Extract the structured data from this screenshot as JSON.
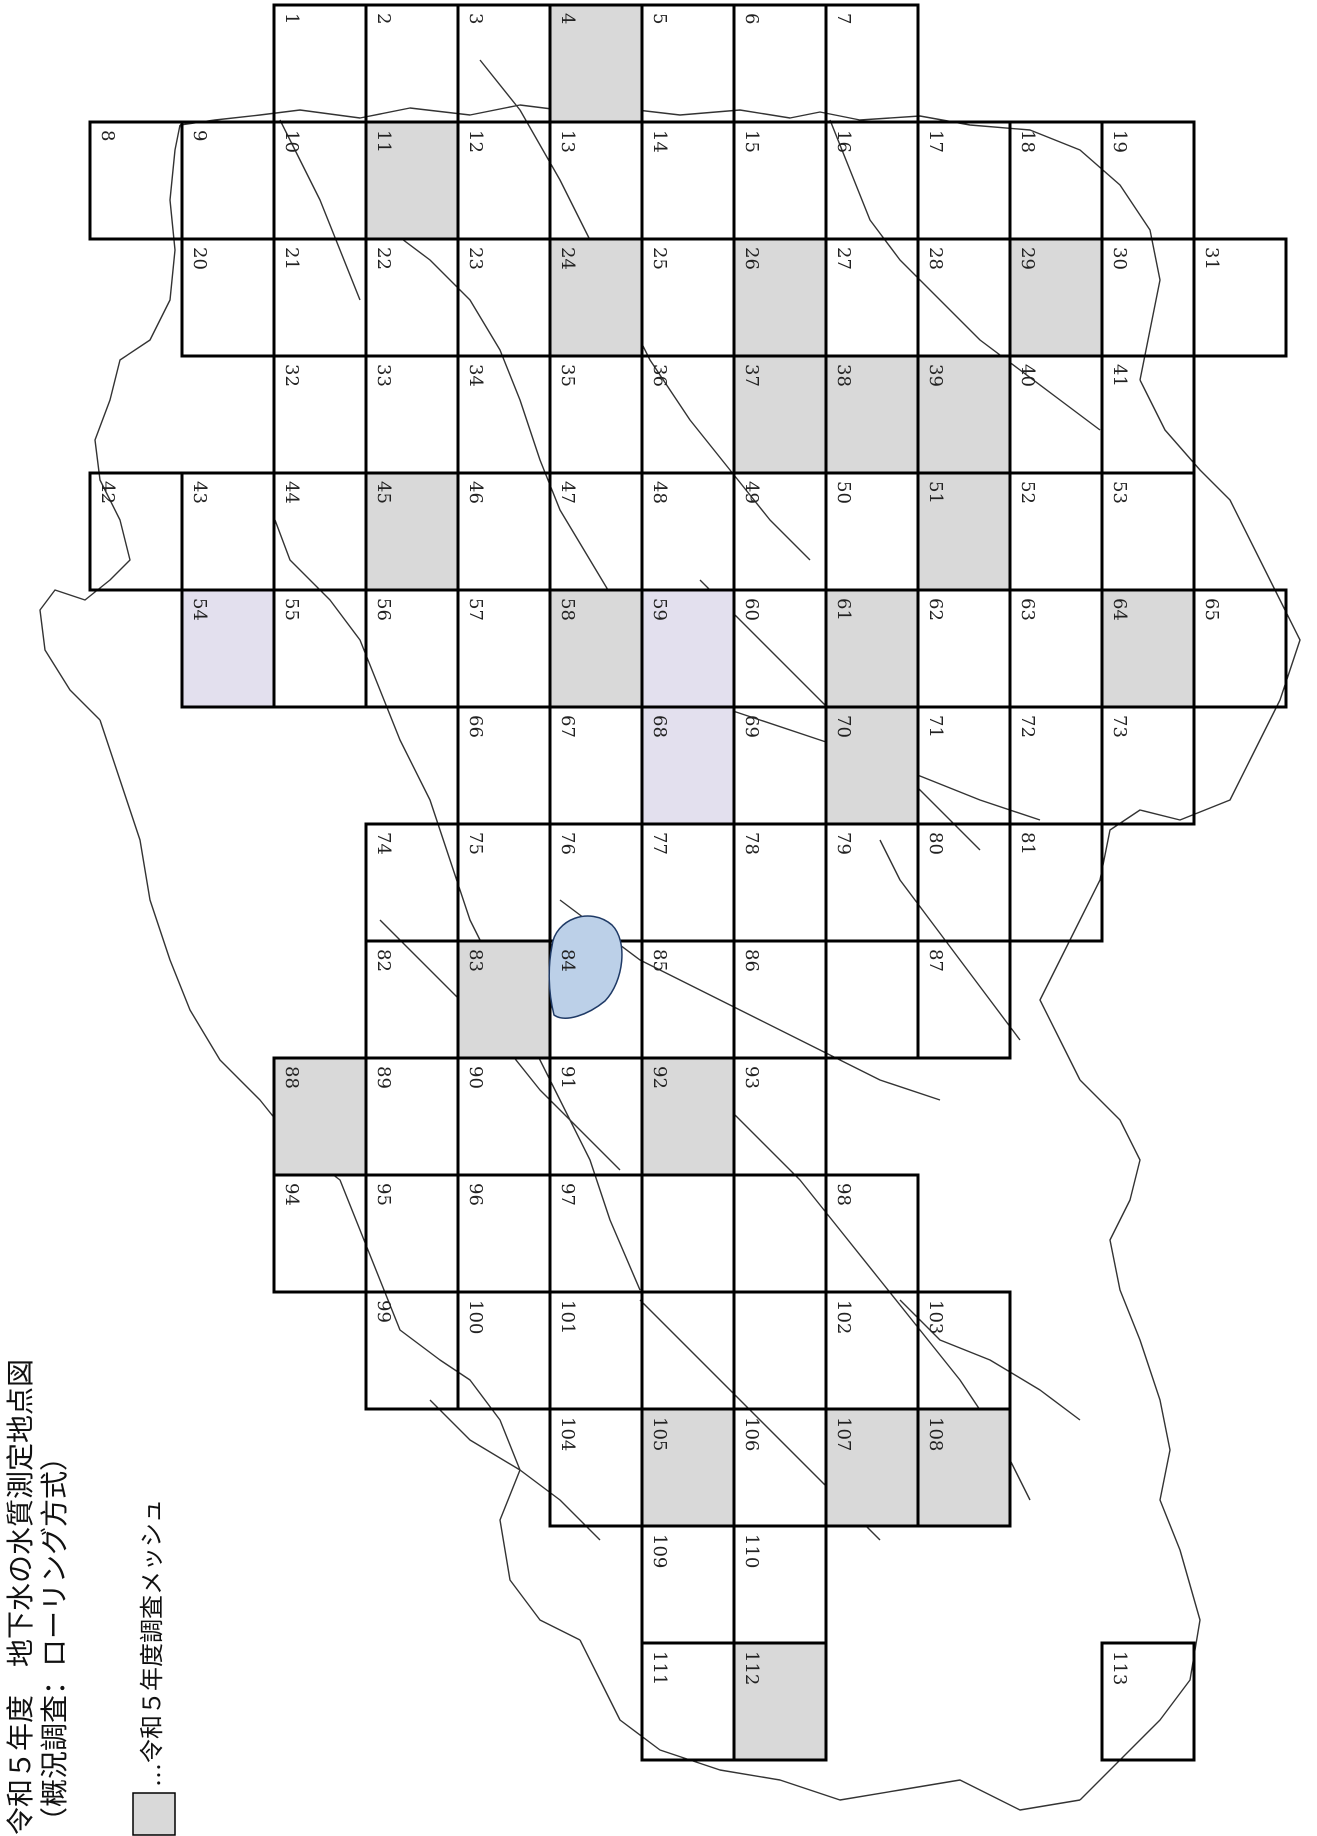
{
  "title_line1": "令和５年度　地下水の水質測定地点図",
  "title_line2": "（概況調査：ローリング方式）",
  "legend_label": "…令和５年度調査メッシュ",
  "colors": {
    "surveyed_fill": "#d9d9d9",
    "lavender_fill": "#e3e0ee",
    "lake_fill": "#bcd0e8",
    "lake_stroke": "#1f3a66",
    "grid_stroke": "#000000",
    "boundary_stroke": "#333333"
  },
  "mesh_numbers": [
    "1",
    "2",
    "3",
    "4",
    "5",
    "6",
    "7",
    "8",
    "9",
    "10",
    "11",
    "12",
    "13",
    "14",
    "15",
    "16",
    "17",
    "18",
    "19",
    "20",
    "21",
    "22",
    "23",
    "24",
    "25",
    "26",
    "27",
    "28",
    "29",
    "30",
    "31",
    "32",
    "33",
    "34",
    "35",
    "36",
    "37",
    "38",
    "39",
    "40",
    "41",
    "42",
    "43",
    "44",
    "45",
    "46",
    "47",
    "48",
    "49",
    "50",
    "51",
    "52",
    "53",
    "54",
    "55",
    "56",
    "57",
    "58",
    "59",
    "60",
    "61",
    "62",
    "63",
    "64",
    "65",
    "66",
    "67",
    "68",
    "69",
    "70",
    "71",
    "72",
    "73",
    "74",
    "75",
    "76",
    "77",
    "78",
    "79",
    "80",
    "81",
    "82",
    "83",
    "84",
    "85",
    "86",
    "87",
    "88",
    "89",
    "90",
    "91",
    "92",
    "93",
    "94",
    "95",
    "96",
    "97",
    "98",
    "99",
    "100",
    "101",
    "102",
    "103",
    "104",
    "105",
    "106",
    "107",
    "108",
    "109",
    "110",
    "111",
    "112",
    "113"
  ],
  "surveyed_meshes": [
    "4",
    "11",
    "24",
    "26",
    "29",
    "37",
    "38",
    "39",
    "45",
    "51",
    "58",
    "61",
    "64",
    "70",
    "83",
    "88",
    "92",
    "105",
    "107",
    "108",
    "112"
  ],
  "lavender_meshes": [
    "54",
    "59",
    "68"
  ],
  "lake_mesh": "84"
}
